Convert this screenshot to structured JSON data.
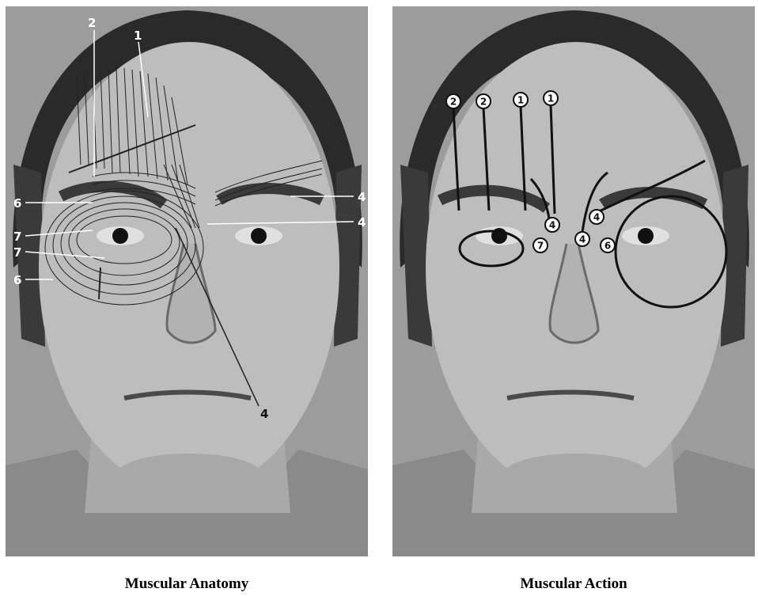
{
  "captions": {
    "left": "Muscular Anatomy",
    "right": "Muscular Action"
  },
  "anatomy_labels": {
    "frontalis_medial": "1",
    "frontalis_lateral": "2",
    "corrugator_upper": "4",
    "procerus_lower": "4",
    "depressor_bottom": "4",
    "orbicularis_upper": "6",
    "orbicularis_lower": "6",
    "pretarsal_upper": "7",
    "pretarsal_lower": "7"
  },
  "action_labels": {
    "m1a": "1",
    "m1b": "1",
    "m2a": "2",
    "m2b": "2",
    "m4a": "4",
    "m4b": "4",
    "m4c": "4",
    "m6": "6",
    "m7": "7"
  },
  "colors": {
    "photo_background": "#9a9a9a",
    "hair": "#2a2a2a",
    "skin": "#bdbdbd",
    "line": "#111111"
  }
}
